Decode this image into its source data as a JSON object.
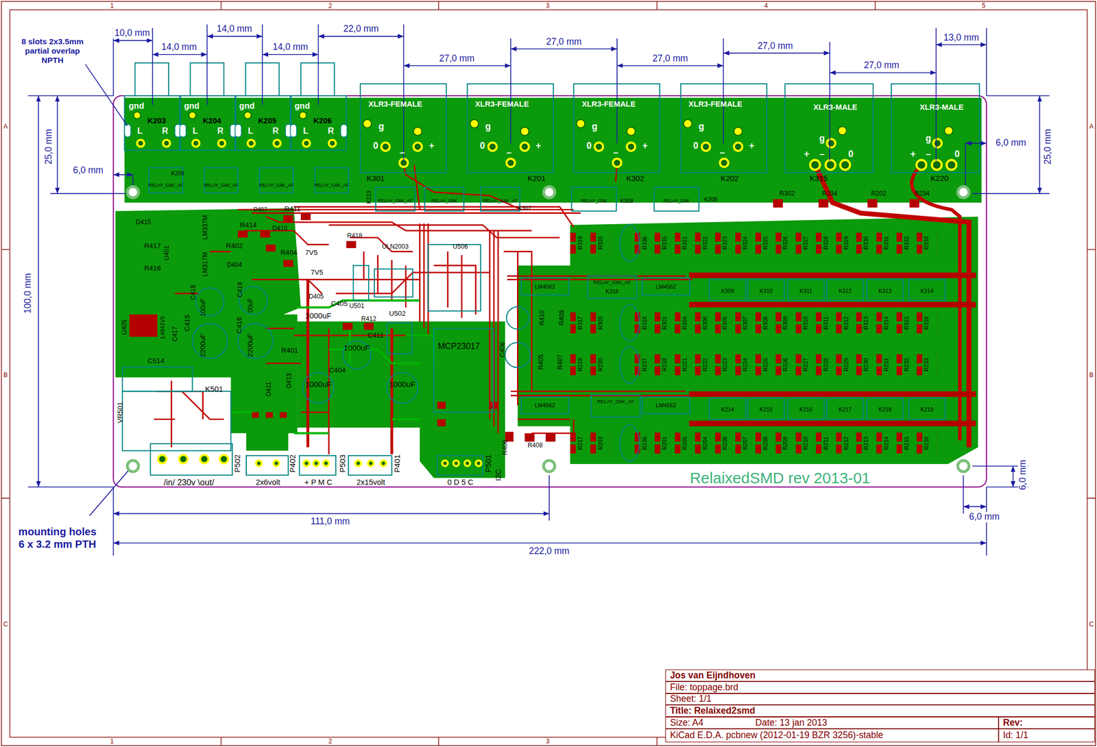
{
  "diagram": {
    "nodes": [
      {
        "text": [
          "Jos van Eijndhoven"
        ]
      },
      {
        "text": [
          "File: toppage.brd"
        ]
      },
      {
        "text": [
          "Sheet: 1/1"
        ]
      },
      {
        "text": [
          "Title: Relaixed2smd"
        ]
      },
      {
        "text": [
          "Size: A4",
          "Date: 13 jan 2013"
        ]
      },
      {
        "text": [
          "Rev:"
        ]
      },
      {
        "text": [
          "KiCad E.D.A.  pcbnew (2012-01-19 BZR 3256)-stable"
        ]
      },
      {
        "text": [
          "Id: 1/1"
        ]
      }
    ],
    "labels": [
      "10,0 mm",
      "14,0 mm",
      "14,0 mm",
      "14,0 mm",
      "22,0 mm",
      "27,0 mm",
      "27,0 mm",
      "27,0 mm",
      "27,0 mm",
      "27,0 mm",
      "13,0 mm",
      "25,0 mm",
      "6,0 mm",
      "100,0 mm",
      "25,0 mm",
      "6,0 mm",
      "6,0 mm",
      "6,0 mm",
      "111,0 mm",
      "222,0 mm",
      "8 slots 2x3.5mm partial overlap NPTH",
      "mounting holes 6 x 3.2 mm PTH",
      "1",
      "2",
      "3",
      "4",
      "5",
      "1",
      "2",
      "3",
      "A",
      "B",
      "C",
      "A",
      "B",
      "C",
      "gnd",
      "K203",
      "L",
      "R",
      "gnd",
      "K204",
      "L",
      "R",
      "gnd",
      "K205",
      "L",
      "R",
      "gnd",
      "K206",
      "L",
      "R",
      "XLR3-FEMALE",
      "g",
      "0",
      "–",
      "+",
      "XLR3-FEMALE",
      "g",
      "0",
      "–",
      "+",
      "XLR3-FEMALE",
      "g",
      "0",
      "–",
      "+",
      "XLR3-FEMALE",
      "g",
      "0",
      "–",
      "+",
      "XLR3-MALE",
      "g",
      "+",
      "–",
      "0",
      "XLR3-MALE",
      "g",
      "+",
      "–",
      "0",
      "K301",
      "K201",
      "K302",
      "K202",
      "K315",
      "K220",
      "R302",
      "R334",
      "R202",
      "R234",
      "K209",
      "RELAY_G6K_AF",
      "RELAY_G6K_AF",
      "RELAY_G6K_AF",
      "RELAY_G6K_AF",
      "RELAY_G6K_AF",
      "RELAY_G6K",
      "RELAY_G6K_AF",
      "RELAY_G6K",
      "RELAY_G6K",
      "K213",
      "K307",
      "K308",
      "K208",
      "D415",
      "R417",
      "R416",
      "U401",
      "LM337M",
      "LM317M",
      "R402",
      "R414",
      "D407",
      "R411",
      "D410",
      "R404",
      "7V5",
      "7V5",
      "D404",
      "D405",
      "C418",
      "C419",
      "100uF",
      "00uF",
      "U405",
      "L4941V5",
      "C417",
      "C415",
      "C416",
      "2200uF",
      "2200uF",
      "R401",
      "C514",
      "K501",
      "VR501",
      "D411",
      "D413",
      "/in/ 230v \\out/",
      "P502",
      "2x6volt",
      "P402",
      "+ P M C",
      "P503",
      "2x15volt",
      "P401",
      "0 D 5 C",
      "P501",
      "I2C",
      "1000uF",
      "1000uF",
      "1000uF",
      "1000uF",
      "C405",
      "R412",
      "C411",
      "U502",
      "U501",
      "C404",
      "MCP23017",
      "ULN2003",
      "U506",
      "R418",
      "R406",
      "R408",
      "R410",
      "R409",
      "R405",
      "R407",
      "C406",
      "LM4562",
      "LM4562",
      "LM4562",
      "LM4562",
      "RELAY_G6K_AF",
      "RELAY_G6K_AF",
      "K316",
      "K309",
      "K310",
      "K311",
      "K312",
      "K313",
      "K314",
      "K214",
      "K215",
      "K216",
      "K217",
      "K218",
      "K219",
      "R319",
      "R320",
      "R336",
      "R335",
      "R321",
      "R322",
      "R323",
      "R324",
      "R325",
      "R326",
      "R327",
      "R328",
      "R329",
      "R330",
      "R331",
      "R332",
      "R333",
      "R317",
      "R303",
      "R318",
      "R301",
      "R304",
      "R306",
      "R305",
      "R307",
      "R308",
      "R309",
      "R310",
      "R311",
      "R312",
      "R313",
      "R314",
      "R315",
      "R316",
      "R219",
      "R220",
      "R237",
      "R218",
      "R221",
      "R222",
      "R223",
      "R224",
      "R225",
      "R226",
      "R227",
      "R228",
      "R229",
      "R230",
      "R231",
      "R232",
      "R233",
      "R217",
      "R203",
      "R236",
      "R201",
      "R205",
      "R204",
      "R206",
      "R207",
      "R208",
      "R209",
      "R210",
      "R211",
      "R212",
      "R213",
      "R214",
      "R215",
      "R216",
      "RelaixedSMD  rev 2013-01"
    ]
  }
}
